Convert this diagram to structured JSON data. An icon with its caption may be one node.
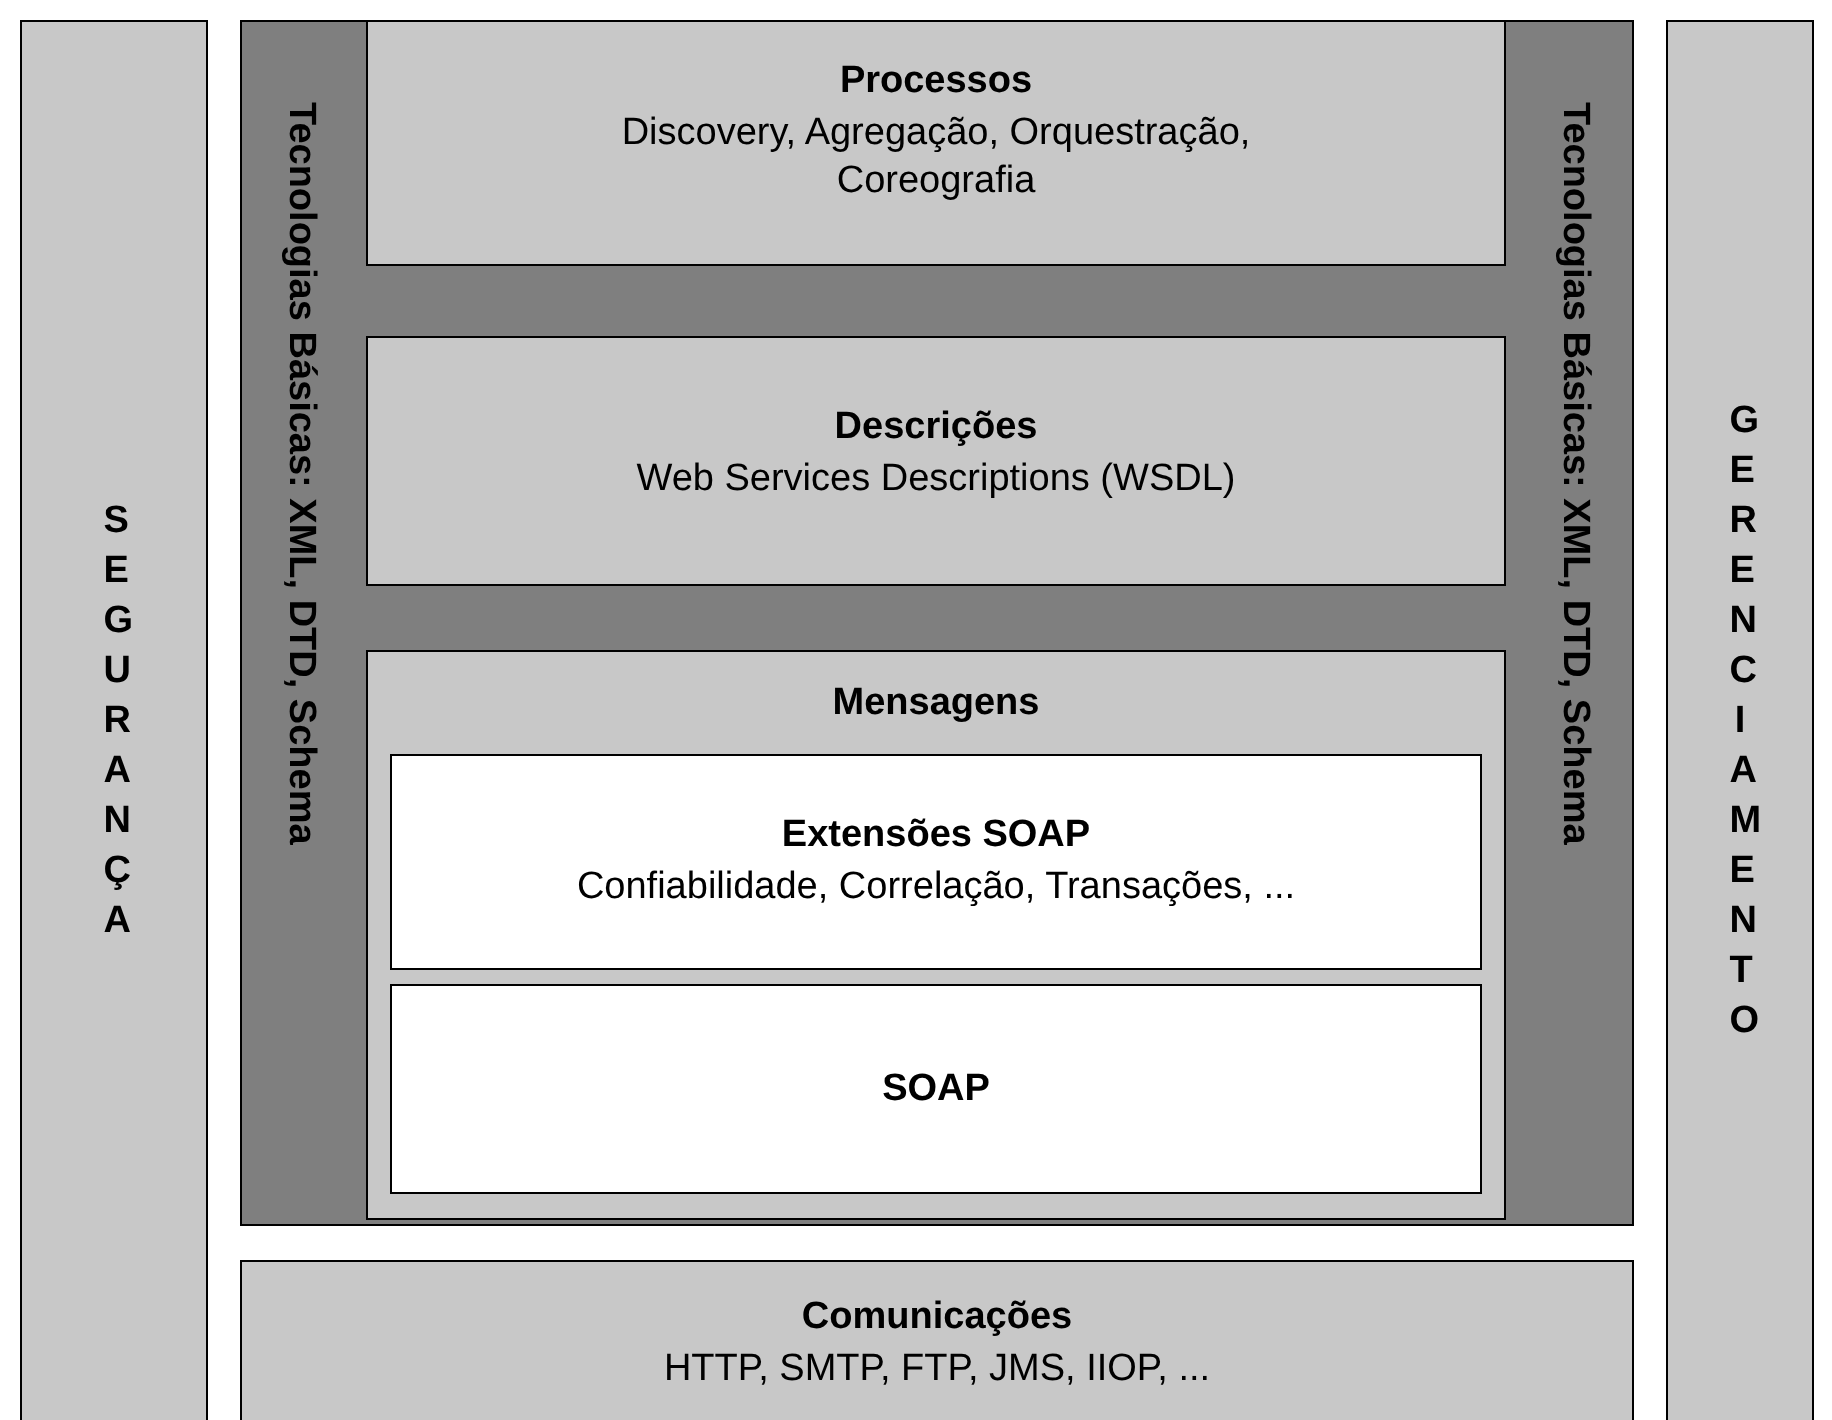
{
  "diagram": {
    "nodes": [
      {
        "text": [
          "SEGURANÇA"
        ]
      },
      {
        "text": [
          "Tecnologias Básicas: XML, DTD, Schema",
          "Tecnologias Básicas: XML, DTD, Schema"
        ]
      },
      {
        "text": [
          "Processos",
          "Discovery, Agregação, Orquestração, Coreografia"
        ],
        "in": 1
      },
      {
        "text": [
          "Descrições",
          "Web Services Descriptions (WSDL)"
        ],
        "in": 1
      },
      {
        "text": [
          "Mensagens"
        ],
        "in": 1
      },
      {
        "text": [
          "Extensões SOAP",
          "Confiabilidade, Correlação, Transações, ..."
        ],
        "in": 4
      },
      {
        "text": [
          "SOAP"
        ],
        "in": 4
      },
      {
        "text": [
          "GERENCIAMENTO"
        ]
      },
      {
        "text": [
          "Comunicações",
          "HTTP, SMTP, FTP, JMS, IIOP, ..."
        ]
      }
    ],
    "edges": []
  }
}
